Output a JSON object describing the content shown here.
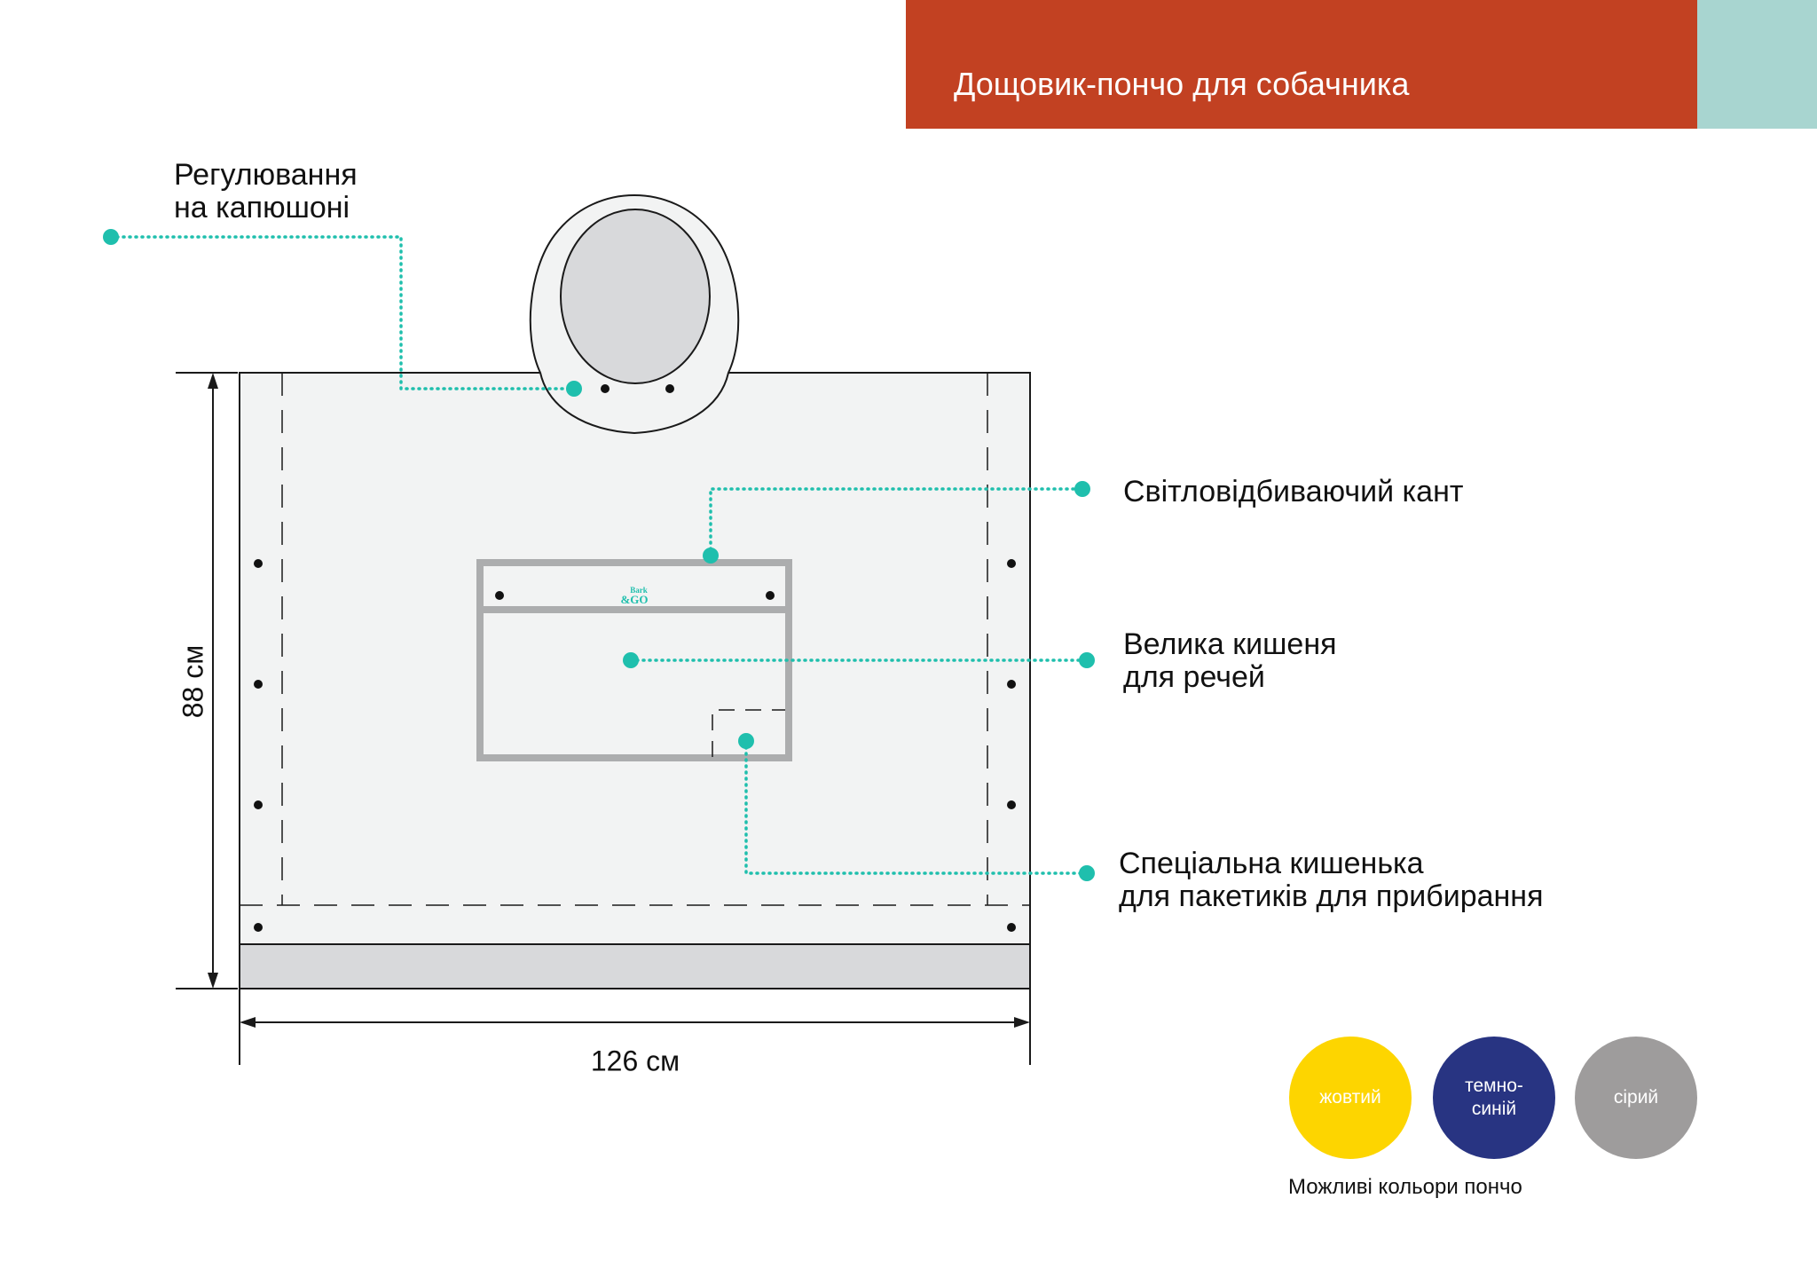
{
  "header": {
    "title": "Дощовик-пончо для собачника"
  },
  "callouts": {
    "hood_adjustment": {
      "line1": "Регулювання",
      "line2": "на капюшоні"
    },
    "reflective_trim": {
      "line1": "Світловідбиваючий кант"
    },
    "large_pocket": {
      "line1": "Велика кишеня",
      "line2": "для речей"
    },
    "special_pocket": {
      "line1": "Спеціальна кишенька",
      "line2": "для пакетиків для прибирання"
    }
  },
  "dimensions": {
    "height": "88 см",
    "width": "126 см"
  },
  "logo": {
    "line1": "Bark",
    "line2": "&GO"
  },
  "colors": {
    "caption": "Можливі кольори пончо",
    "options": [
      {
        "label_line1": "жовтий",
        "label_line2": "",
        "hex": "#fdd500"
      },
      {
        "label_line1": "темно-",
        "label_line2": "синій",
        "hex": "#283482"
      },
      {
        "label_line1": "сірий",
        "label_line2": "",
        "hex": "#9e9c9c"
      }
    ]
  },
  "palette": {
    "accent": "#1fbfad",
    "header": "#c24122",
    "header_accent": "#a8d5d0",
    "poncho_fill": "#f2f3f3",
    "pocket_border": "#acadae"
  }
}
